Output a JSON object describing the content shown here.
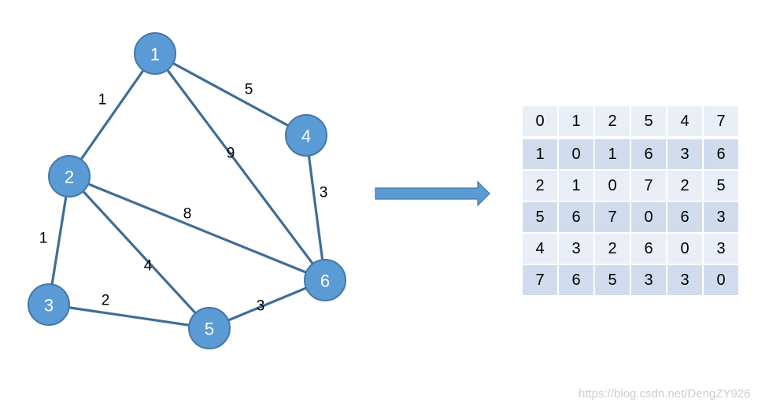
{
  "graph": {
    "nodes": [
      {
        "id": "1",
        "label": "1"
      },
      {
        "id": "2",
        "label": "2"
      },
      {
        "id": "3",
        "label": "3"
      },
      {
        "id": "4",
        "label": "4"
      },
      {
        "id": "5",
        "label": "5"
      },
      {
        "id": "6",
        "label": "6"
      }
    ],
    "edges": [
      {
        "from": "1",
        "to": "2",
        "weight": "1"
      },
      {
        "from": "1",
        "to": "4",
        "weight": "5"
      },
      {
        "from": "1",
        "to": "6",
        "weight": "9"
      },
      {
        "from": "2",
        "to": "3",
        "weight": "1"
      },
      {
        "from": "2",
        "to": "6",
        "weight": "8"
      },
      {
        "from": "2",
        "to": "5",
        "weight": "4"
      },
      {
        "from": "3",
        "to": "5",
        "weight": "2"
      },
      {
        "from": "5",
        "to": "6",
        "weight": "3"
      },
      {
        "from": "4",
        "to": "6",
        "weight": "3"
      }
    ],
    "colors": {
      "node_fill": "#5b9bd5",
      "node_stroke": "#4577a8",
      "edge": "#3f6d96"
    }
  },
  "arrow": {
    "direction": "right",
    "color": "#5b9bd5"
  },
  "matrix": {
    "rows": [
      [
        "0",
        "1",
        "2",
        "5",
        "4",
        "7"
      ],
      [
        "1",
        "0",
        "1",
        "6",
        "3",
        "6"
      ],
      [
        "2",
        "1",
        "0",
        "7",
        "2",
        "5"
      ],
      [
        "5",
        "6",
        "7",
        "0",
        "6",
        "3"
      ],
      [
        "4",
        "3",
        "2",
        "6",
        "0",
        "3"
      ],
      [
        "7",
        "6",
        "5",
        "3",
        "3",
        "0"
      ]
    ],
    "row_colors": [
      "#e9eef7",
      "#d0dcee"
    ]
  },
  "watermark": "https://blog.csdn.net/DengZY926"
}
